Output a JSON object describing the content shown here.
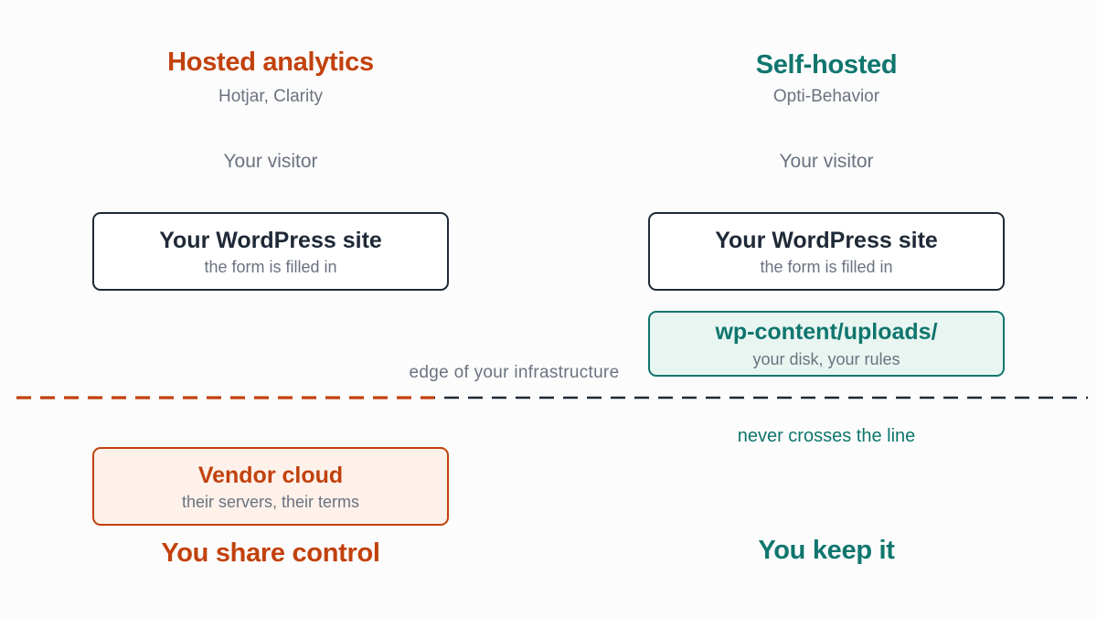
{
  "left": {
    "heading": "Hosted analytics",
    "subheading": "Hotjar, Clarity",
    "visitor": "Your visitor",
    "site_title": "Your WordPress site",
    "site_sub": "the form is filled in",
    "vendor_title": "Vendor cloud",
    "vendor_sub": "their servers, their terms",
    "verdict": "You share control"
  },
  "right": {
    "heading": "Self-hosted",
    "subheading": "Opti-Behavior",
    "visitor": "Your visitor",
    "site_title": "Your WordPress site",
    "site_sub": "the form is filled in",
    "uploads_title": "wp-content/uploads/",
    "uploads_sub": "your disk, your rules",
    "never_label": "never crosses the line",
    "verdict": "You keep it"
  },
  "boundary": {
    "label": "edge of your infrastructure"
  },
  "colors": {
    "hosted": "#c2410c",
    "self_hosted": "#0f766e",
    "neutral": "#1f2937",
    "muted": "#6b7280"
  }
}
